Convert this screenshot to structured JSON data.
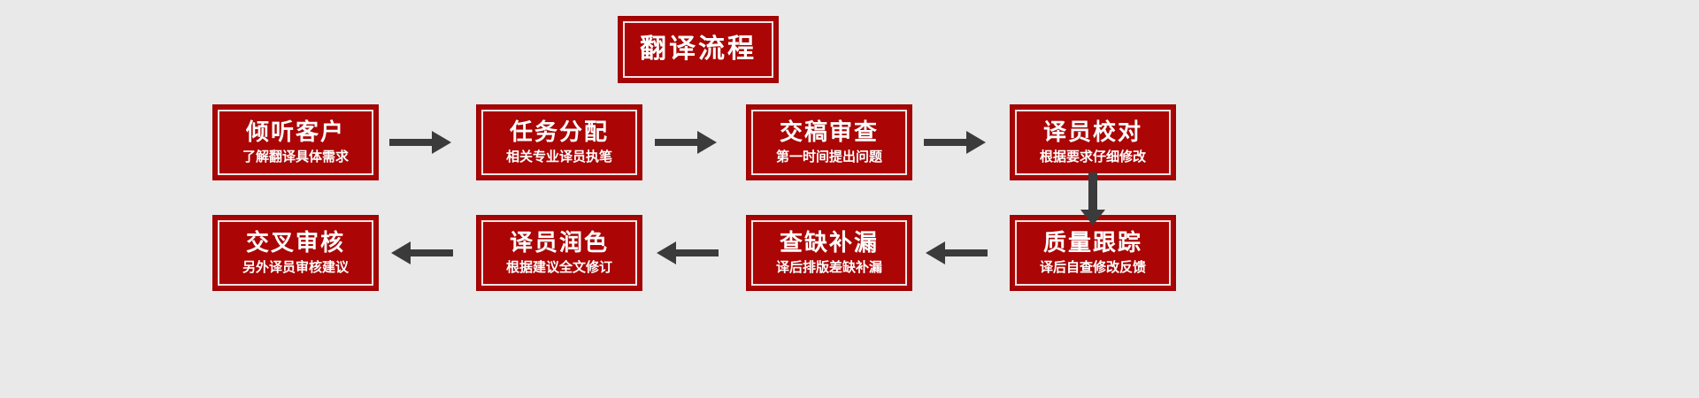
{
  "diagram": {
    "title": "翻译流程",
    "background_color": "#e9e9e9",
    "box_fill_color": "#ab0505",
    "box_border_color": "#a00404",
    "box_inner_line_color": "#f4e3e3",
    "text_color": "#ffffff",
    "arrow_color": "#3b3b3b"
  },
  "steps": [
    {
      "id": 1,
      "title": "倾听客户",
      "subtitle": "了解翻译具体需求"
    },
    {
      "id": 2,
      "title": "任务分配",
      "subtitle": "相关专业译员执笔"
    },
    {
      "id": 3,
      "title": "交稿审查",
      "subtitle": "第一时间提出问题"
    },
    {
      "id": 4,
      "title": "译员校对",
      "subtitle": "根据要求仔细修改"
    },
    {
      "id": 5,
      "title": "质量跟踪",
      "subtitle": "译后自查修改反馈"
    },
    {
      "id": 6,
      "title": "查缺补漏",
      "subtitle": "译后排版差缺补漏"
    },
    {
      "id": 7,
      "title": "译员润色",
      "subtitle": "根据建议全文修订"
    },
    {
      "id": 8,
      "title": "交叉审核",
      "subtitle": "另外译员审核建议"
    }
  ],
  "connectors": [
    {
      "id": "a1",
      "from": 1,
      "to": 2,
      "direction": "right"
    },
    {
      "id": "a2",
      "from": 2,
      "to": 3,
      "direction": "right"
    },
    {
      "id": "a3",
      "from": 3,
      "to": 4,
      "direction": "right"
    },
    {
      "id": "av",
      "from": 4,
      "to": 5,
      "direction": "down"
    },
    {
      "id": "a5",
      "from": 5,
      "to": 6,
      "direction": "left"
    },
    {
      "id": "a6",
      "from": 6,
      "to": 7,
      "direction": "left"
    },
    {
      "id": "a7",
      "from": 7,
      "to": 8,
      "direction": "left"
    }
  ]
}
